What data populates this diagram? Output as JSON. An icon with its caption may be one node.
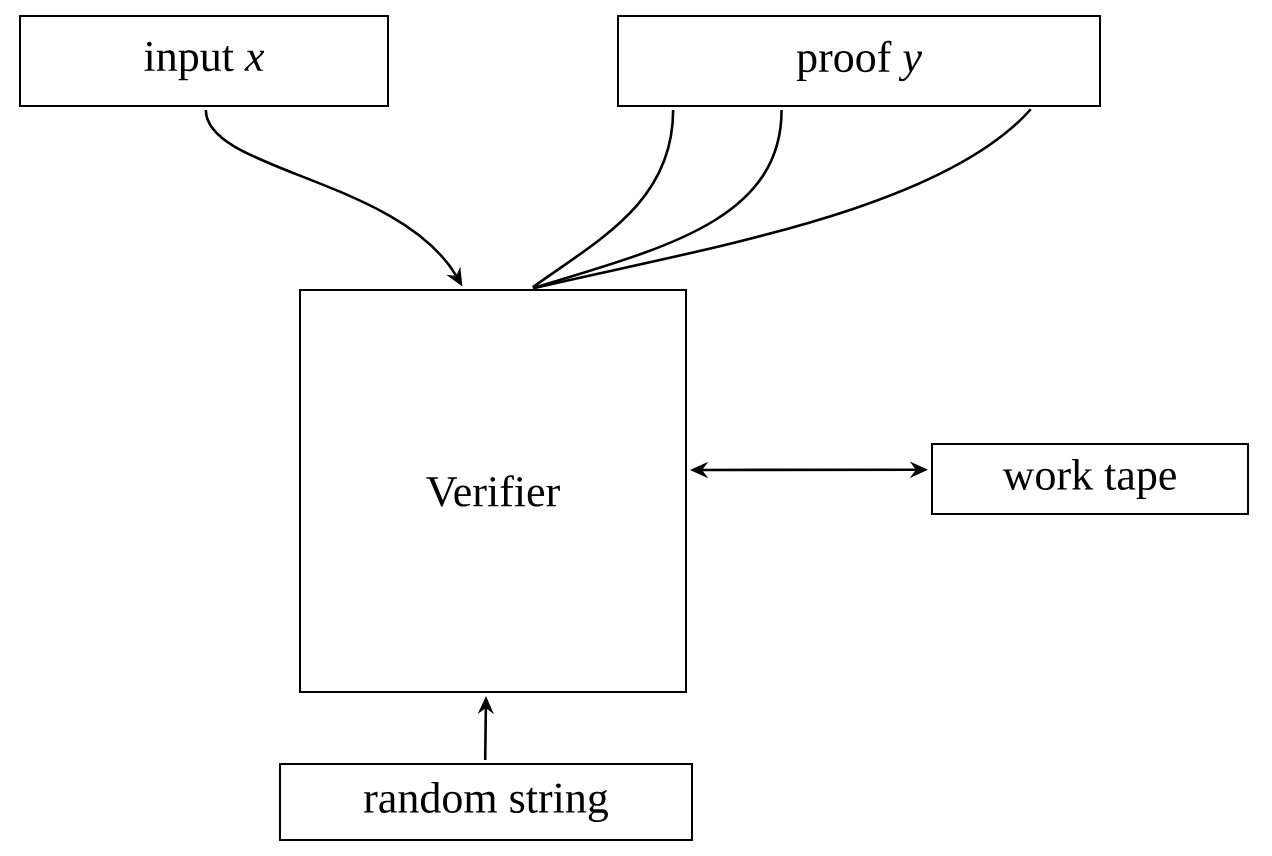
{
  "diagram": {
    "nodes": [
      {
        "text": [
          "input *x*"
        ]
      },
      {
        "text": [
          "proof *y*"
        ]
      },
      {
        "text": [
          "Verifier"
        ]
      },
      {
        "text": [
          "work tape"
        ]
      },
      {
        "text": [
          "random string"
        ]
      }
    ],
    "edges": [
      {
        "from": 0,
        "to": 2,
        "arrow": "to"
      },
      {
        "from": 1,
        "to": 2,
        "arrow": "none"
      },
      {
        "from": 1,
        "to": 2,
        "arrow": "none"
      },
      {
        "from": 1,
        "to": 2,
        "arrow": "none"
      },
      {
        "from": 2,
        "to": 3,
        "arrow": "both"
      },
      {
        "from": 4,
        "to": 2,
        "arrow": "to"
      }
    ]
  }
}
